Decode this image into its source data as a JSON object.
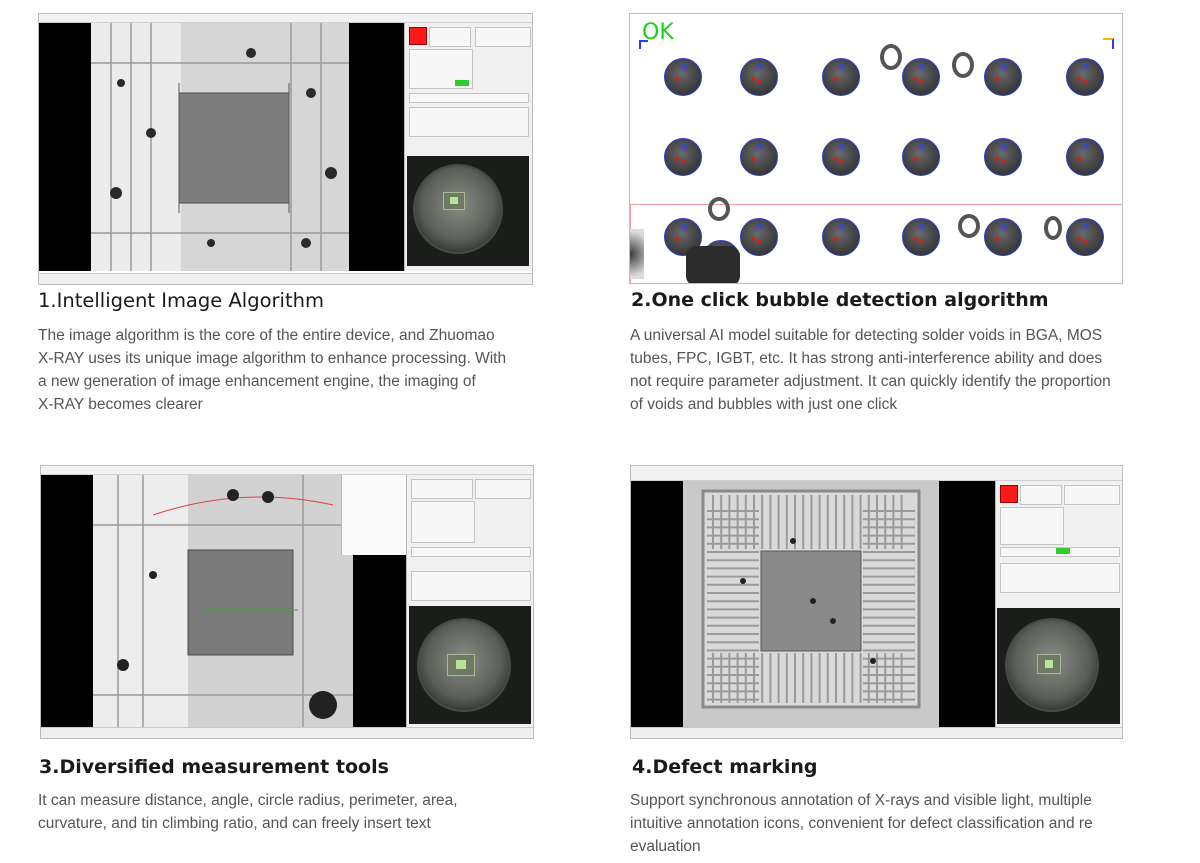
{
  "sections": [
    {
      "title": "1.Intelligent Image Algorithm",
      "description_lines": [
        "The image algorithm is the core of the entire device, and Zhuomao",
        "X-RAY uses its unique image algorithm to enhance processing. With",
        "a new generation of image enhancement engine, the imaging of",
        "X-RAY becomes clearer"
      ]
    },
    {
      "title": "2.One click bubble detection algorithm",
      "description_lines": [
        "A universal AI model suitable for detecting solder voids in BGA, MOS",
        "tubes, FPC, IGBT, etc. It has strong anti-interference ability and does",
        "not require parameter adjustment. It can quickly identify the proportion",
        "of voids and bubbles with just one click"
      ]
    },
    {
      "title": "3.Diversified measurement tools",
      "description_lines": [
        "It can measure distance, angle, circle radius, perimeter, area,",
        "curvature, and tin climbing ratio, and can freely insert text"
      ]
    },
    {
      "title": "4.Defect marking",
      "description_lines": [
        "Support synchronous annotation of X-rays and visible light, multiple",
        "intuitive annotation icons, convenient for defect classification and re",
        "evaluation"
      ]
    }
  ],
  "bubble_panel": {
    "status": "OK",
    "ball_label": "OK",
    "colors": {
      "ok": "#15d415",
      "ball_outline": "#2f3fcf",
      "void": "#d81b1b"
    }
  }
}
